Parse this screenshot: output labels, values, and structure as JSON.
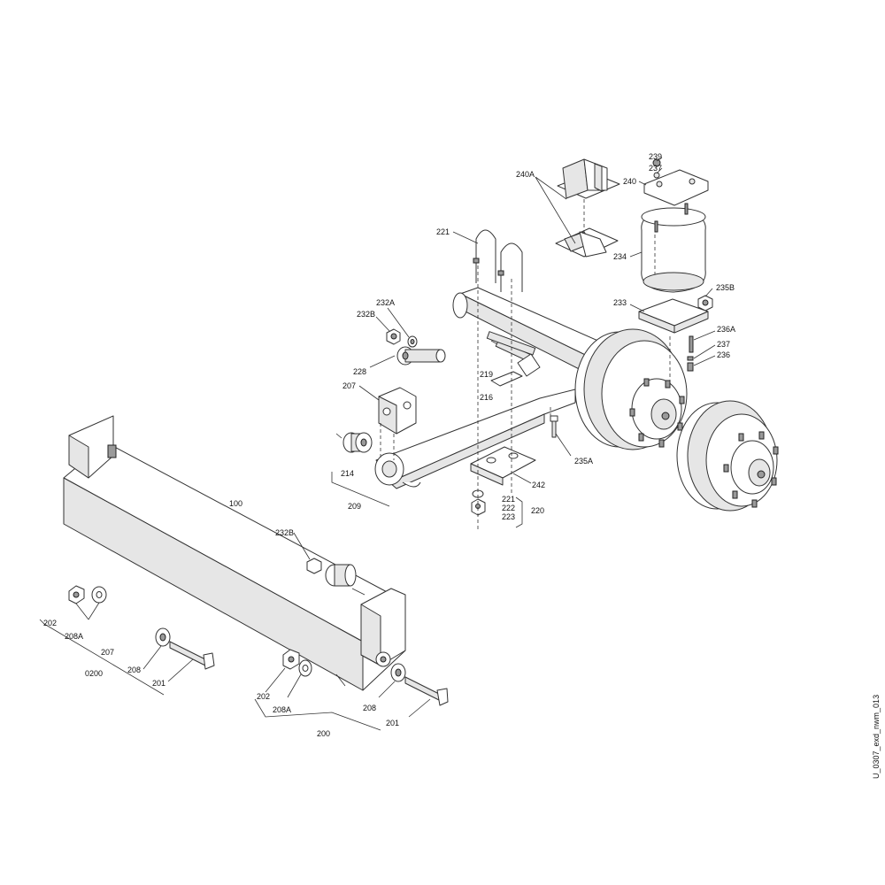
{
  "callouts": {
    "c239": "239",
    "c237a": "237",
    "c240": "240",
    "c240A": "240A",
    "c221a": "221",
    "c234": "234",
    "c235B": "235B",
    "c233": "233",
    "c232A": "232A",
    "c232Ba": "232B",
    "c236A": "236A",
    "c237b": "237",
    "c236": "236",
    "c228": "228",
    "c219": "219",
    "c207a": "207",
    "c216": "216",
    "c235A": "235A",
    "c214": "214",
    "c242": "242",
    "c209": "209",
    "c221b": "221",
    "c222": "222",
    "c223": "223",
    "c220": "220",
    "c100": "100",
    "c232Bb": "232B",
    "c202a": "202",
    "c208Aa": "208A",
    "c207b": "207",
    "c0200": "0200",
    "c208a": "208",
    "c201a": "201",
    "c202b": "202",
    "c208Ab": "208A",
    "c208b": "208",
    "c201b": "201",
    "c200": "200"
  },
  "drawing_code": "U_0307_exd_nwm_013"
}
